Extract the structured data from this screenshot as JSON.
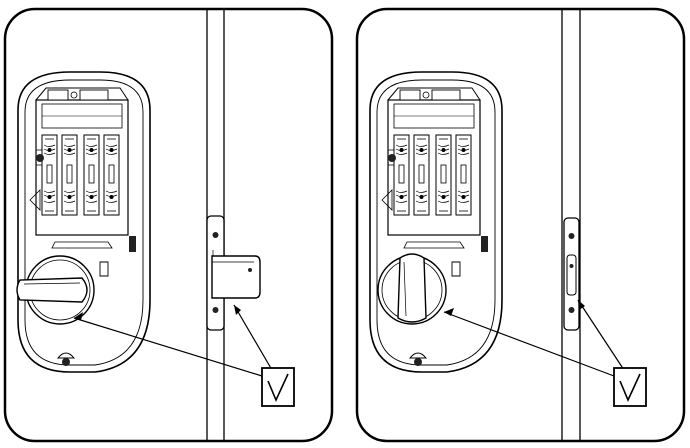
{
  "figure": {
    "panels": [
      {
        "name": "panel-left",
        "bolt_state": "extended",
        "thumbturn_orientation": "horizontal",
        "check_mark_symbol": "check-box-icon"
      },
      {
        "name": "panel-right",
        "bolt_state": "retracted",
        "thumbturn_orientation": "vertical",
        "check_mark_symbol": "check-box-icon"
      }
    ],
    "colors": {
      "line": "#000000",
      "background": "#ffffff",
      "metal_gray": "#c8c8c8",
      "dark_fill": "#222222"
    }
  }
}
